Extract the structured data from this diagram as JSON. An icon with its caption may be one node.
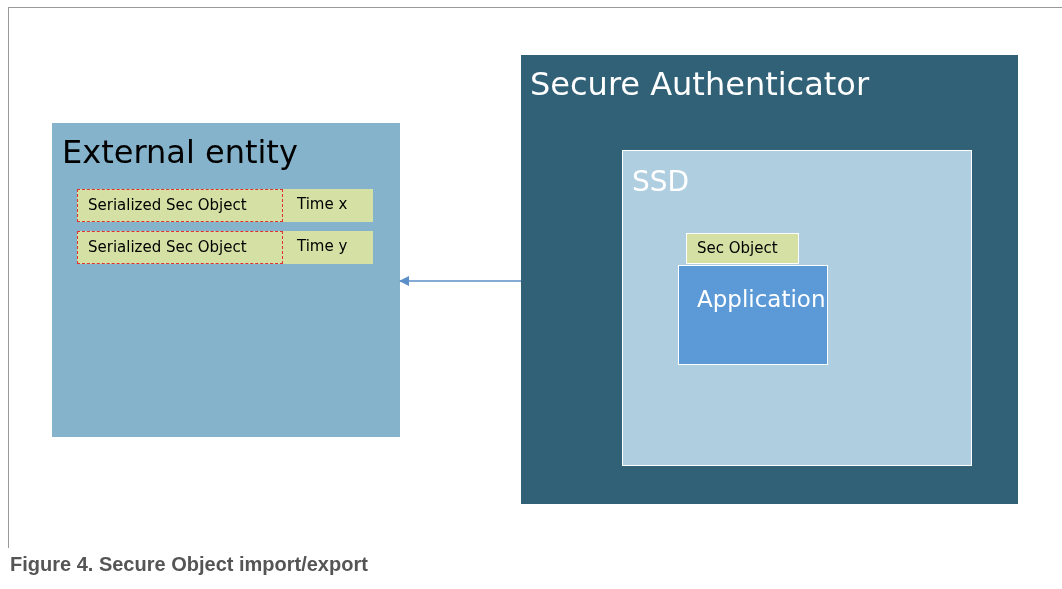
{
  "diagram": {
    "caption": "Figure 4.  Secure Object import/export",
    "nodes": [
      {
        "text": [
          "External entity"
        ]
      },
      {
        "text": [
          "Serialized Sec Object"
        ],
        "in": 0
      },
      {
        "text": [
          "Time x"
        ],
        "in": 0
      },
      {
        "text": [
          "Serialized Sec Object"
        ],
        "in": 0
      },
      {
        "text": [
          "Time y"
        ],
        "in": 0
      },
      {
        "text": [
          "Secure Authenticator"
        ]
      },
      {
        "text": [
          "SSD"
        ],
        "in": 5
      },
      {
        "text": [
          "Application"
        ],
        "in": 6
      },
      {
        "text": [
          "Sec Object"
        ],
        "in": 6
      }
    ],
    "edges": [
      {
        "from": 5,
        "to": 0,
        "arrow": "to"
      }
    ]
  }
}
